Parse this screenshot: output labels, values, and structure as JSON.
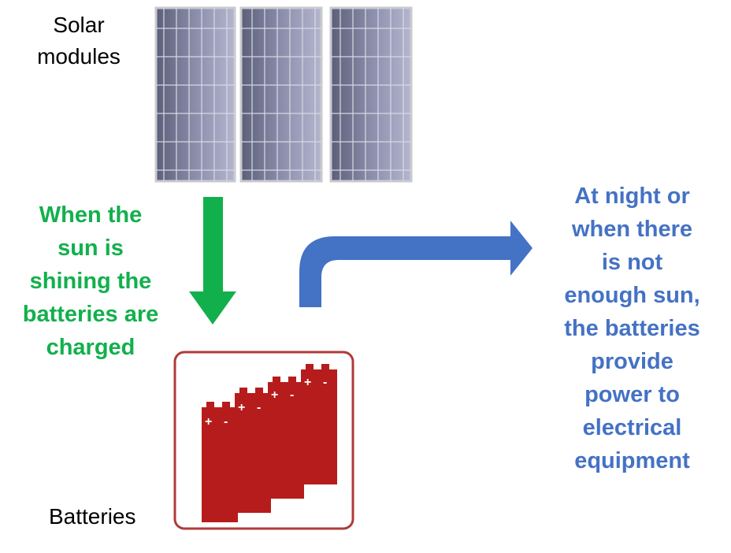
{
  "labels": {
    "solar_modules": "Solar\nmodules",
    "batteries": "Batteries"
  },
  "notes": {
    "charging": "When the\nsun is\nshining the\nbatteries are\ncharged",
    "discharging": "At night or\nwhen there\nis not\nenough sun,\nthe batteries\nprovide\npower to\nelectrical\nequipment"
  },
  "battery_terminals": {
    "plus": "+",
    "minus": "-"
  },
  "colors": {
    "charge_arrow": "#12b04c",
    "discharge_arrow": "#4472c4",
    "charging_text": "#12b04c",
    "discharging_text": "#4472c4",
    "battery": "#b71c1c",
    "battery_frame": "#b03a3a",
    "panel_frame": "#c9c9cf"
  }
}
